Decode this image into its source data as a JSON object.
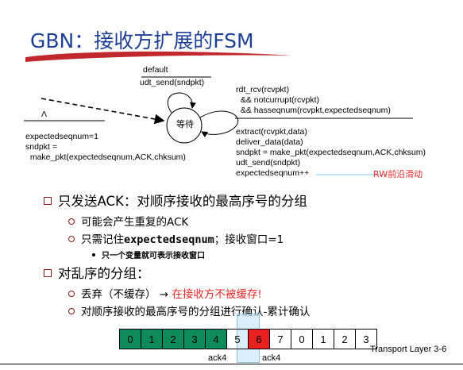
{
  "title": "GBN：接收方扩展的FSM",
  "fsm": {
    "state_label": "等待",
    "self_loop_event": "default",
    "self_loop_action": "udt_send(sndpkt)",
    "init_event": "Λ",
    "init_actions": [
      "expectedseqnum=1",
      "sndpkt =",
      "  make_pkt(expectedseqnum,ACK,chksum)"
    ],
    "rcv_event": [
      "rdt_rcv(rcvpkt)",
      "  && notcurrupt(rcvpkt)",
      "  && hasseqnum(rcvpkt,expectedseqnum)"
    ],
    "rcv_actions": [
      "extract(rcvpkt,data)",
      "deliver_data(data)",
      "sndpkt = make_pkt(expectedseqnum,ACK,chksum)",
      "udt_send(sndpkt)",
      "expectedseqnum++"
    ]
  },
  "rw_label": "RW前沿滑动",
  "bullets": {
    "b1": "只发送ACK：对顺序接收的最高序号的分组",
    "b1_1": "可能会产生重复的ACK",
    "b1_2_pre": "只需记住",
    "b1_2_code": "expectedseqnum",
    "b1_2_post": "；接收窗口=1",
    "b1_2_1": "只一个变量就可表示接收窗口",
    "b2": "对乱序的分组：",
    "b2_1_pre": "丢弃（不缓存） →",
    "b2_1_red": "在接收方不被缓存!",
    "b2_2": "对顺序接收的最高序号的分组进行确认-累计确认"
  },
  "sequence": {
    "cells": [
      {
        "label": "0",
        "color": "#0f8a5a"
      },
      {
        "label": "1",
        "color": "#0f8a5a"
      },
      {
        "label": "2",
        "color": "#0f8a5a"
      },
      {
        "label": "3",
        "color": "#0f8a5a"
      },
      {
        "label": "4",
        "color": "#0f8a5a"
      },
      {
        "label": "5",
        "color": "#ffffff"
      },
      {
        "label": "6",
        "color": "#e8201f"
      },
      {
        "label": "7",
        "color": "#ffffff"
      },
      {
        "label": "0",
        "color": "#ffffff"
      },
      {
        "label": "1",
        "color": "#ffffff"
      },
      {
        "label": "2",
        "color": "#ffffff"
      },
      {
        "label": "3",
        "color": "#ffffff"
      }
    ],
    "ack_left": "ack4",
    "ack_right": "ack4"
  },
  "footer": "Transport Layer   3-6",
  "colors": {
    "title": "#1f3f96",
    "underline": "#c0282d",
    "accent_red": "#e32b2b",
    "bullet_marker": "#8b1a1a"
  }
}
